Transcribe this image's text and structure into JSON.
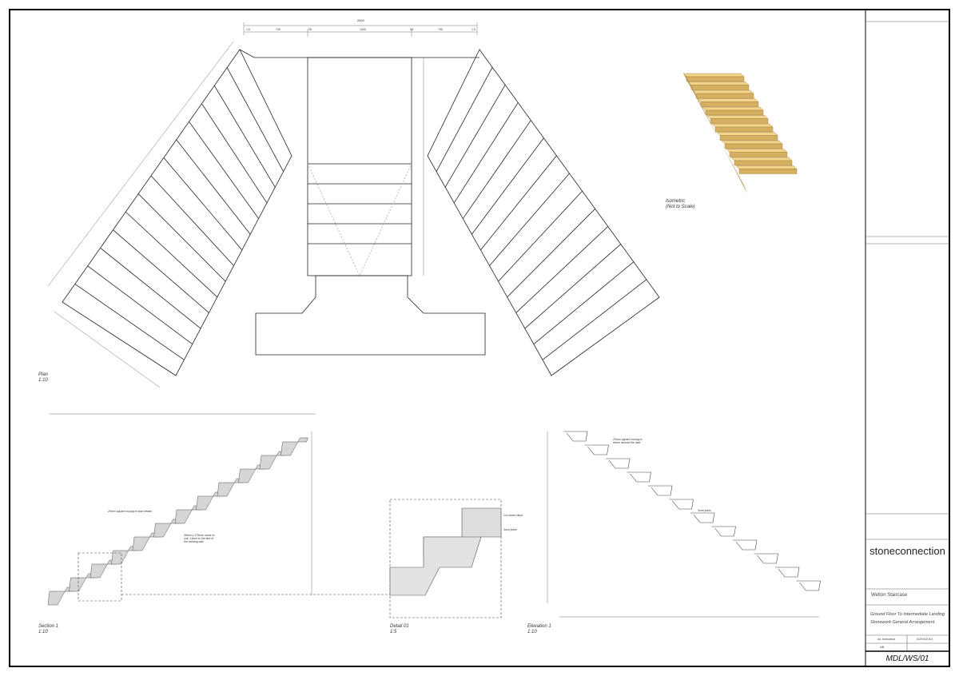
{
  "views": {
    "plan": {
      "title": "Plan",
      "scale": "1:10"
    },
    "isometric": {
      "title": "Isometric",
      "note": "(Not to Scale)"
    },
    "section": {
      "title": "Section 1",
      "scale": "1:10",
      "note1": "20mm square nosing to stair treads",
      "note2": "25mm x 175mm stone to suit, 14mm to the line of the existing wall"
    },
    "detail": {
      "title": "Detail 01",
      "scale": "1:5",
      "note1": "Cut stone steps",
      "note2": "3mm joints"
    },
    "elevation": {
      "title": "Elevation 1",
      "scale": "1:10",
      "note1": "20mm square nosing to return around the stair",
      "note2": "3mm joints"
    }
  },
  "plan_top_dimension": {
    "overall": "2800",
    "segments": [
      "1.5",
      "700",
      "25",
      "1300",
      "25",
      "700",
      "1.5"
    ]
  },
  "title_block": {
    "company": "stoneconnection",
    "project": "Welton Staircase",
    "drawing_title_line1": "Ground Floor To Intermediate Landing",
    "drawing_title_line2": "Stonework General Arrangement",
    "scale": "As Indicated",
    "date": "02/04/2014",
    "drawn_by": "AB",
    "drawing_number": "MDL/WS/01"
  }
}
